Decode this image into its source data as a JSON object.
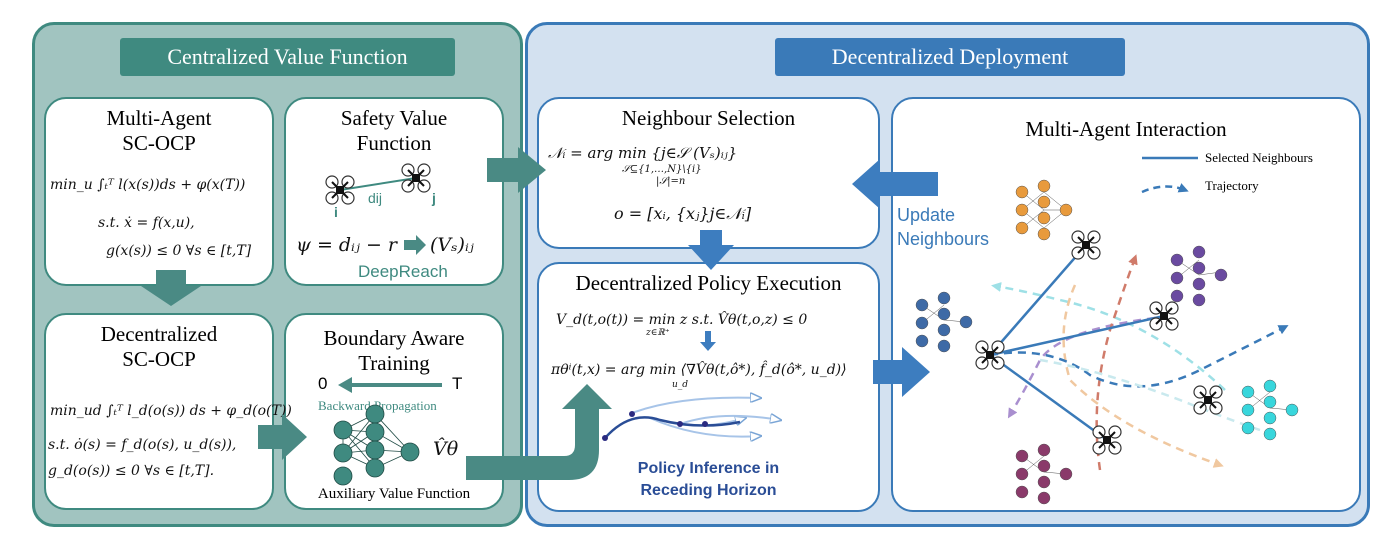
{
  "left_panel": {
    "banner": "Centralized Value Function",
    "box_ocp": {
      "title_line1": "Multi-Agent",
      "title_line2": "SC-OCP",
      "eq1": "min_u ∫ₜᵀ l(x(s))ds + φ(x(T))",
      "eq2": "s.t. ẋ = f(x,u),",
      "eq3": "g(x(s)) ≤ 0   ∀s ∈ [t,T]"
    },
    "box_safety": {
      "title_line1": "Safety Value",
      "title_line2": "Function",
      "label_i": "i",
      "label_dij": "dij",
      "label_j": "j",
      "eq_psi": "ψ = dᵢⱼ − r",
      "eq_vs": "(Vₛ)ᵢⱼ",
      "deepreach": "DeepReach"
    },
    "box_dec_ocp": {
      "title_line1": "Decentralized",
      "title_line2": "SC-OCP",
      "eq1": "min_ud ∫ₜᵀ l_d(o(s)) ds + φ_d(o(T))",
      "eq2": "s.t.  ȯ(s) = f_d(o(s), u_d(s)),",
      "eq3": "g_d(o(s)) ≤ 0   ∀s ∈ [t,T]."
    },
    "box_boundary": {
      "title_line1": "Boundary Aware",
      "title_line2": "Training",
      "label_0": "0",
      "label_T": "T",
      "backward": "Backward Propagation",
      "v_theta": "V̂θ",
      "aux": "Auxiliary Value Function"
    }
  },
  "right_panel": {
    "banner": "Decentralized Deployment",
    "box_neighbour": {
      "title": "Neighbour Selection",
      "eq1": "𝒩ᵢ = arg min {j∈𝒮 (Vₛ)ᵢⱼ}",
      "eq1_sub1": "𝒮⊆{1,…,N}\\{i}",
      "eq1_sub2": "|𝒮|=n",
      "eq2": "o = [xᵢ, {xⱼ}j∈𝒩ᵢ]"
    },
    "update_label_line1": "Update",
    "update_label_line2": "Neighbours",
    "box_policy": {
      "title": "Decentralized Policy Execution",
      "eq1": "V_d(t,o(t)) = min z   s.t.   V̂θ(t,o,z) ≤ 0",
      "eq1_sub": "z∈ℝ⁺",
      "eq2": "πθⁱ(t,x) = arg min ⟨∇V̂θ(t,ô*),  f̂_d(ô*, u_d)⟩",
      "eq2_sub": "u_d",
      "inference_line1": "Policy Inference in",
      "inference_line2": "Receding Horizon"
    },
    "box_interaction": {
      "title": "Multi-Agent Interaction",
      "legend_selected": "Selected Neighbours",
      "legend_trajectory": "Trajectory"
    }
  },
  "colors": {
    "teal_dark": "#3f8a80",
    "teal_bg": "#a1c4c0",
    "blue_dark": "#3a7ab8",
    "blue_bg": "#d3e1f0",
    "arrow_teal": "#4a8a84",
    "arrow_blue": "#3d7dbf"
  }
}
